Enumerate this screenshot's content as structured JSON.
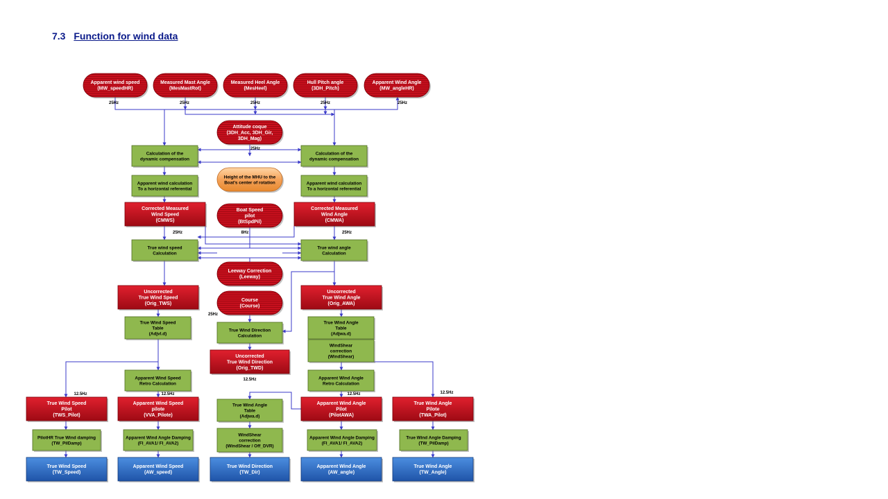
{
  "section": {
    "number": "7.3",
    "title": "Function for wind data"
  },
  "colors": {
    "red": "#c8101e",
    "green": "#8fb84e",
    "blue": "#2f6fc8",
    "orange": "#f4a259",
    "line": "#3a3ac8"
  },
  "nodes": [
    {
      "id": "in_aws",
      "shape": "red-pill",
      "lines": [
        "Apparent wind speed",
        "(MW_speedHR)"
      ]
    },
    {
      "id": "in_mast",
      "shape": "red-pill",
      "lines": [
        "Measured Mast Angle",
        "(MesMastRot)"
      ]
    },
    {
      "id": "in_heel",
      "shape": "red-pill",
      "lines": [
        "Measured Heel Angle",
        "(MesHeel)"
      ]
    },
    {
      "id": "in_pitch",
      "shape": "red-pill",
      "lines": [
        "Hull Pitch angle",
        "(3DH_Pitch)"
      ]
    },
    {
      "id": "in_awa",
      "shape": "red-pill",
      "lines": [
        "Apparent Wind Angle",
        "(MW_angleHR)"
      ]
    },
    {
      "id": "attitude",
      "shape": "red-pill",
      "lines": [
        "Attitude coque",
        "(3DH_Acc, 3DH_Gir,",
        "3DH_Mag)"
      ]
    },
    {
      "id": "dyn_l",
      "shape": "green-box",
      "lines": [
        "Calculation of the",
        "dynamic compensation"
      ]
    },
    {
      "id": "dyn_r",
      "shape": "green-box",
      "lines": [
        "Calculation of the",
        "dynamic compensation"
      ]
    },
    {
      "id": "height",
      "shape": "orange-pill",
      "lines": [
        "Height of the  MHU to the",
        "Boat's center of rotation"
      ]
    },
    {
      "id": "awc_l",
      "shape": "green-box",
      "lines": [
        "Apparent wind calculation",
        "To a horizontal referential"
      ]
    },
    {
      "id": "awc_r",
      "shape": "green-box",
      "lines": [
        "Apparent wind calculation",
        "To a horizontal referential"
      ]
    },
    {
      "id": "cmws",
      "shape": "red-box",
      "lines": [
        "Corrected Measured",
        "Wind Speed",
        "(CMWS)"
      ]
    },
    {
      "id": "bsp",
      "shape": "red-pill",
      "lines": [
        "Boat Speed",
        "pilot",
        "(BtSpdPil)"
      ]
    },
    {
      "id": "cmwa",
      "shape": "red-box",
      "lines": [
        "Corrected Measured",
        "Wind Angle",
        "(CMWA)"
      ]
    },
    {
      "id": "tws_calc",
      "shape": "green-box",
      "lines": [
        "True  wind speed",
        "Calculation"
      ]
    },
    {
      "id": "twa_calc",
      "shape": "green-box",
      "lines": [
        "True wind angle",
        "Calculation"
      ]
    },
    {
      "id": "leeway",
      "shape": "red-pill",
      "lines": [
        "Leeway  Correction",
        "(Leeway)"
      ]
    },
    {
      "id": "orig_tws",
      "shape": "red-box",
      "lines": [
        "Uncorrected",
        "True Wind Speed",
        "(Orig_TWS)"
      ]
    },
    {
      "id": "course",
      "shape": "red-pill",
      "lines": [
        "Course",
        "(Course)"
      ]
    },
    {
      "id": "orig_awa",
      "shape": "red-box",
      "lines": [
        "Uncorrected",
        "True Wind Angle",
        "(Orig_AWA)"
      ]
    },
    {
      "id": "tws_tab",
      "shape": "green-box",
      "lines": [
        "True Wind Speed",
        "Table",
        "(Adjvl.d)"
      ]
    },
    {
      "id": "twd_calc",
      "shape": "green-box",
      "lines": [
        "True Wind Direction",
        "Calculation"
      ]
    },
    {
      "id": "twa_tab",
      "shape": "green-box",
      "lines": [
        "True Wind Angle",
        "Table",
        "(Adjwa.d)"
      ]
    },
    {
      "id": "orig_twd",
      "shape": "red-box",
      "lines": [
        "Uncorrected",
        "True Wind Direction",
        "(Orig_TWD)"
      ]
    },
    {
      "id": "wshear_r",
      "shape": "green-box",
      "lines": [
        "WindShear",
        "correction",
        "(WindShear)"
      ]
    },
    {
      "id": "aws_retro",
      "shape": "green-box",
      "lines": [
        "Apparent Wind Speed",
        "Retro Calculation"
      ]
    },
    {
      "id": "awa_retro",
      "shape": "green-box",
      "lines": [
        "Apparent Wind Angle",
        "Retro Calculation"
      ]
    },
    {
      "id": "tws_pilot",
      "shape": "red-box",
      "lines": [
        "True Wind Speed",
        "Pilot",
        "(TWS_Pilot)"
      ]
    },
    {
      "id": "aws_pilot",
      "shape": "red-box",
      "lines": [
        "Apparent Wind Speed",
        "pilote",
        "(VVA_Pilote)"
      ]
    },
    {
      "id": "twa_tab2",
      "shape": "green-box",
      "lines": [
        "True Wind Angle",
        "Table",
        "(Adjwa.d)"
      ]
    },
    {
      "id": "awa_pilot",
      "shape": "red-box",
      "lines": [
        "Apparent Wind Angle",
        "Pilot",
        "(PilotAWA)"
      ]
    },
    {
      "id": "twa_pilot",
      "shape": "red-box",
      "lines": [
        "True Wind Angle",
        "Pilote",
        "(TWA_Pilot)"
      ]
    },
    {
      "id": "damp1",
      "shape": "green-box",
      "lines": [
        "PilotHR True Wind damping",
        "(TW_PilDamp)"
      ]
    },
    {
      "id": "damp2",
      "shape": "green-box",
      "lines": [
        "Apparent Wind Angle Damping",
        "(FI_AVA1/ FI_AVA2)"
      ]
    },
    {
      "id": "wshear_c",
      "shape": "green-box",
      "lines": [
        "WindShear",
        "correction",
        "(WindShear / Off_DVR)"
      ]
    },
    {
      "id": "damp3",
      "shape": "green-box",
      "lines": [
        "Apparent Wind Angle Damping",
        "(FI_AVA1/ FI_AVA2)"
      ]
    },
    {
      "id": "damp4",
      "shape": "green-box",
      "lines": [
        "True Wind Angle Damping",
        "(TW_PilDamp)"
      ]
    },
    {
      "id": "out_tws",
      "shape": "blue-box",
      "lines": [
        "True Wind Speed",
        "(TW_Speed)"
      ]
    },
    {
      "id": "out_aws",
      "shape": "blue-box",
      "lines": [
        "Apparent Wind Speed",
        "(AW_speed)"
      ]
    },
    {
      "id": "out_twd",
      "shape": "blue-box",
      "lines": [
        "True Wind Direction",
        "(TW_Dir)"
      ]
    },
    {
      "id": "out_awa",
      "shape": "blue-box",
      "lines": [
        "Apparent Wind Angle",
        "(AW_angle)"
      ]
    },
    {
      "id": "out_twa",
      "shape": "blue-box",
      "lines": [
        "True Wind Angle",
        "(TW_Angle)"
      ]
    }
  ],
  "frequency_labels": [
    {
      "id": "f1",
      "text": "25Hz"
    },
    {
      "id": "f2",
      "text": "25Hz"
    },
    {
      "id": "f3",
      "text": "25Hz"
    },
    {
      "id": "f4",
      "text": "25Hz"
    },
    {
      "id": "f5",
      "text": "25Hz"
    },
    {
      "id": "f6",
      "text": "25Hz"
    },
    {
      "id": "f7",
      "text": "25Hz"
    },
    {
      "id": "f8",
      "text": "8Hz"
    },
    {
      "id": "f9",
      "text": "25Hz"
    },
    {
      "id": "f10",
      "text": "25Hz"
    },
    {
      "id": "f11",
      "text": "12.5Hz"
    },
    {
      "id": "f12",
      "text": "12.5Hz"
    },
    {
      "id": "f13",
      "text": "12.5Hz"
    },
    {
      "id": "f14",
      "text": "12.5Hz"
    },
    {
      "id": "f15",
      "text": "12.5Hz"
    }
  ]
}
